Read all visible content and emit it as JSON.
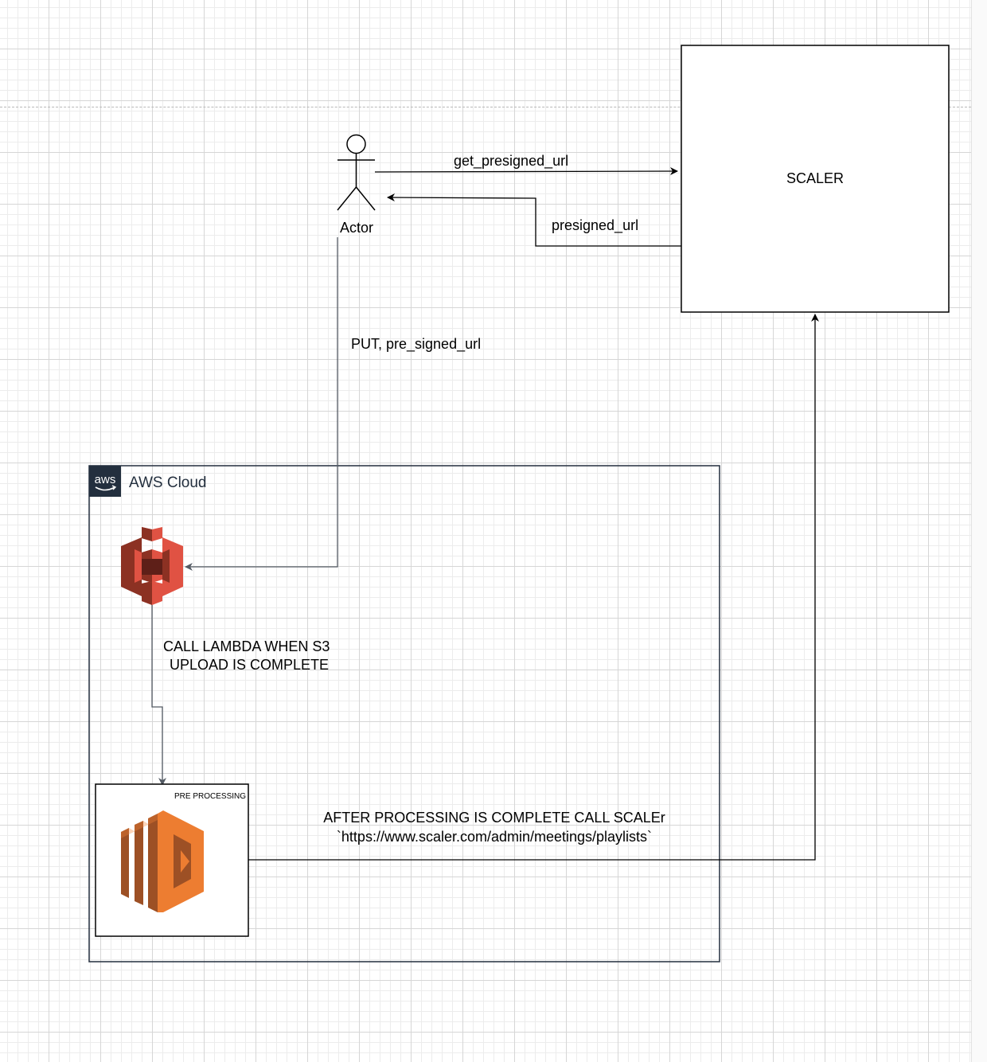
{
  "nodes": {
    "actor": {
      "label": "Actor"
    },
    "scaler": {
      "label": "SCALER"
    },
    "aws_cloud": {
      "label": "AWS Cloud",
      "logo_text": "aws",
      "logo_bg": "#232f3e"
    },
    "s3": {
      "icon": "s3-bucket-icon",
      "color": "#e05243"
    },
    "lambda_box": {
      "label": "PRE PROCESSING",
      "icon": "lambda-icon",
      "color": "#ed7d31"
    }
  },
  "edges": {
    "get_presigned_url": "get_presigned_url",
    "presigned_url": "presigned_url",
    "put_presigned": "PUT, pre_signed_url",
    "call_lambda_line1": "CALL LAMBDA WHEN S3",
    "call_lambda_line2": " UPLOAD IS COMPLETE",
    "after_processing_line1": "AFTER PROCESSING IS COMPLETE CALL SCALEr",
    "after_processing_line2": "`https://www.scaler.com/admin/meetings/playlists`"
  }
}
